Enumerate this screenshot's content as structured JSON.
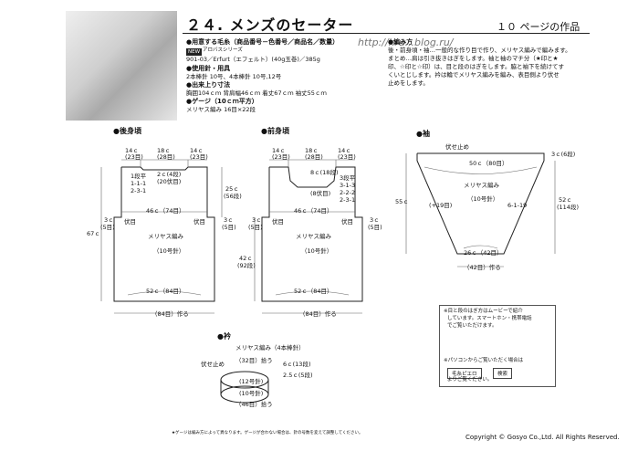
{
  "header": {
    "title": "２４. メンズのセーター",
    "page_number": "１０",
    "page_suffix": "ページの作品",
    "watermark": "http://kru...blog.ru/"
  },
  "materials": {
    "yarn_heading": "●用意する毛糸（商品番号－色番号／商品名／数量）",
    "new_badge": "NEW",
    "series": "アロバスシリーズ",
    "yarn_line": "901-03／Erfurt（エフェルト）(40g玉巻)／385g",
    "tools_heading": "●使用針・用具",
    "tools_line": "2本棒針  10号、4本棒針  10号,12号",
    "size_heading": "●出来上り寸法",
    "size_line": "胸囲104ｃｍ  背肩幅46ｃｍ  着丈67ｃｍ  袖丈55ｃｍ",
    "gauge_heading": "●ゲージ（10ｃｍ平方）",
    "gauge_line": "メリヤス編み      16目×22段"
  },
  "instructions": {
    "heading": "●編み方",
    "lines": [
      "後・前身頃・袖…一般的な作り目で作り、メリヤス編みで編みます。",
      "まとめ…肩は引き抜きはぎをします。袖と袖のマチ分（★印と★",
      "印、☆印と☆印）は、目と段のはぎをします。脇と袖下を続けてす",
      "くいとじします。衿は輪でメリヤス編みを編み、表目側より伏せ",
      "止めをします。"
    ]
  },
  "diagrams": {
    "back": {
      "label": "●後身頃",
      "top_left": "14ｃ\n(23目)",
      "top_mid": "18ｃ\n(28目)",
      "top_right": "14ｃ\n(23目)",
      "neck": "2ｃ(4段)",
      "neck_sts": "(20伏目)",
      "shape": "1段平",
      "shape2": "1-1-1",
      "shape3": "2-3-1",
      "armhole_h": "25ｃ",
      "armhole_rows": "(56段)",
      "width_mid": "46ｃ（74目）",
      "side_l": "3ｃ",
      "side_l2": "(5目)",
      "bind_l": "伏目",
      "bind_r": "伏目",
      "side_r": "3ｃ",
      "side_r2": "(5目)",
      "total_h": "67ｃ",
      "stitch": "メリヤス編み",
      "needle": "（10号針）",
      "body_h": "42ｃ",
      "body_rows": "(92段)",
      "width_bottom": "52ｃ（84目）",
      "cast_on": "（84目）作る"
    },
    "front": {
      "label": "●前身頃",
      "top_left": "14ｃ\n(23目)",
      "top_mid": "18ｃ\n(28目)",
      "top_right": "14ｃ\n(23目)",
      "neck": "8ｃ(18段)",
      "neck_sts": "(8伏目)",
      "shape": "3段平",
      "shape2": "3-1-3",
      "shape3": "2-2-2",
      "shape4": "2-3-1",
      "width_mid": "46ｃ（74目）",
      "side_l": "3ｃ",
      "side_l2": "(5目)",
      "bind_l": "伏目",
      "bind_r": "伏目",
      "side_r": "3ｃ",
      "side_r2": "(5目)",
      "stitch": "メリヤス編み",
      "needle": "（10号針）",
      "width_bottom": "52ｃ（84目）",
      "cast_on": "（84目）作る"
    },
    "sleeve": {
      "label": "●袖",
      "bind_off": "伏せ止め",
      "top_width": "50ｃ（80目）",
      "top_right": "3ｃ(6段)",
      "stitch": "メリヤス編み",
      "needle": "（10号針）",
      "length": "55ｃ",
      "incr": "(+19目)",
      "shape": "6-1-19",
      "length_r": "52ｃ",
      "length_r2": "(114段)",
      "bottom_width": "26ｃ（42目）",
      "cast_on": "（42目）作る"
    },
    "collar": {
      "label": "●衿",
      "stitch": "メリヤス編み（4本棒針）",
      "pickup_top": "（32目）拾う",
      "bind_off": "伏せ止め",
      "height": "6ｃ(13段)",
      "height2": "2.5ｃ(5段)",
      "needle12": "(12号針)",
      "needle10": "(10号針)",
      "pickup_bottom": "（46目）拾う"
    }
  },
  "note_box": {
    "line1": "※目と段のはぎ方はムービーで紹介",
    "line2": "しています。スマートホン・携帯電話",
    "line3": "でご覧いただけます。",
    "line4": "※パソコンからご覧いただく場合は",
    "button1": "毛糸ピエロ",
    "button2": "検索",
    "line5": "よりご覧ください。"
  },
  "footer": {
    "note": "★ゲージは編み方によって異なります。ゲージが合わない場合は、針の号数を変えて調整してください。",
    "copyright": "Copyright © Gosyo Co.,Ltd. All Rights Reserved."
  }
}
